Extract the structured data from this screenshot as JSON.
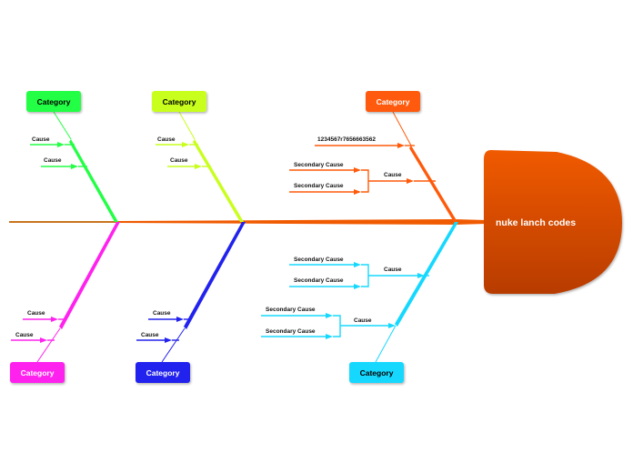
{
  "head": {
    "label": "nuke lanch codes",
    "color": "#f05a00",
    "color_dark": "#b83c00"
  },
  "spine_color": "#c8741f",
  "categories": {
    "top_left": {
      "label": "Category",
      "color": "#22ff44",
      "text_color": "#000000",
      "causes": [
        "Cause",
        "Cause"
      ]
    },
    "top_mid": {
      "label": "Category",
      "color": "#c8ff1a",
      "text_color": "#000000",
      "causes": [
        "Cause",
        "Cause"
      ]
    },
    "top_right": {
      "label": "Category",
      "color": "#ff5a0a",
      "text_color": "#ffffff",
      "first_cause": "1234567r7656663562",
      "group": {
        "label": "Cause",
        "subs": [
          "Secondary Cause",
          "Secondary Cause"
        ]
      }
    },
    "bot_left": {
      "label": "Category",
      "color": "#ff22ee",
      "text_color": "#ffffff",
      "causes": [
        "Cause",
        "Cause"
      ]
    },
    "bot_mid": {
      "label": "Category",
      "color": "#2222ee",
      "text_color": "#ffffff",
      "causes": [
        "Cause",
        "Cause"
      ]
    },
    "bot_right": {
      "label": "Category",
      "color": "#16d8ff",
      "text_color": "#000000",
      "groups": [
        {
          "label": "Cause",
          "subs": [
            "Secondary Cause",
            "Secondary Cause"
          ]
        },
        {
          "label": "Cause",
          "subs": [
            "Secondary Cause",
            "Secondary Cause"
          ]
        }
      ]
    }
  }
}
